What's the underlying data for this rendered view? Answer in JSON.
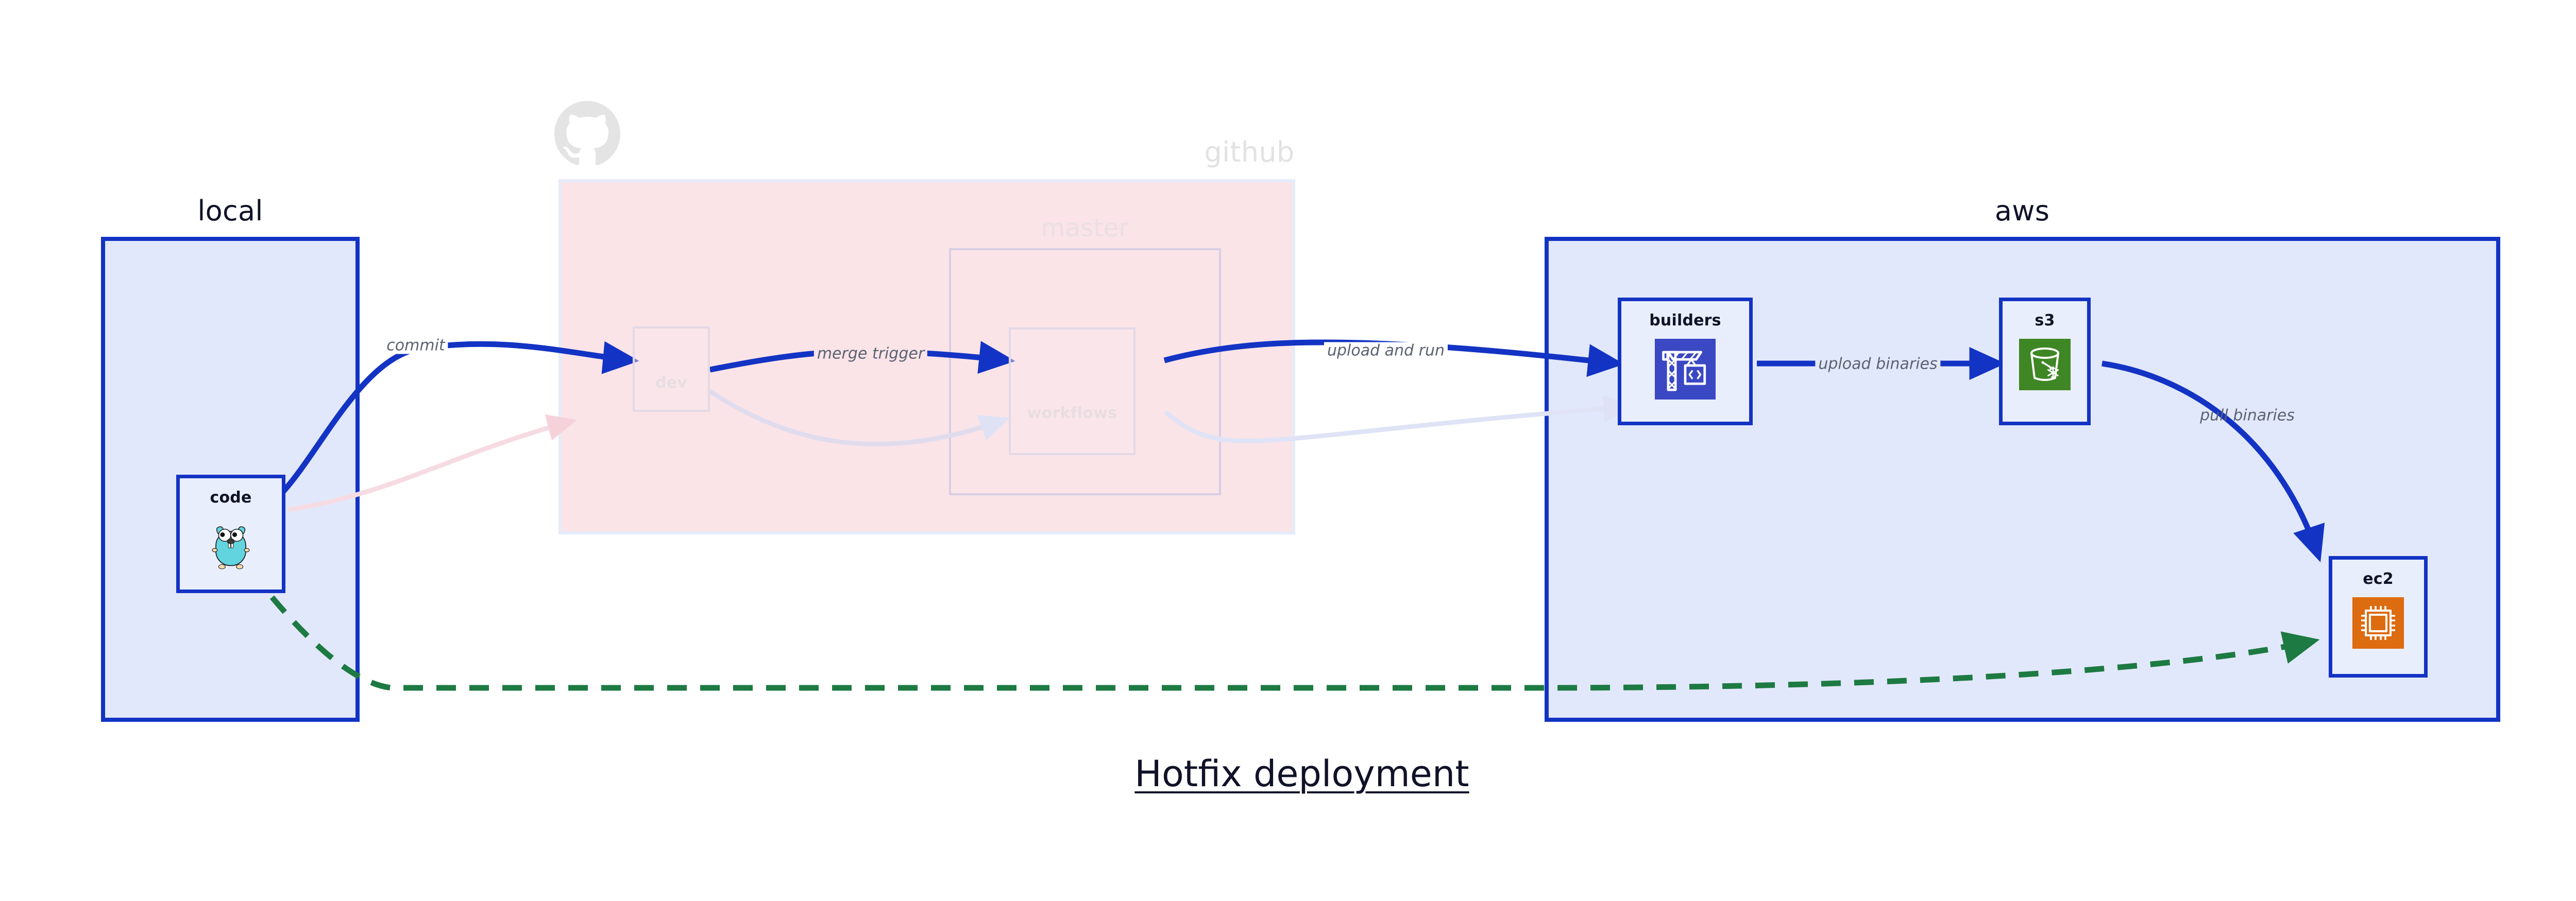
{
  "diagram": {
    "title": "Hotfix deployment",
    "accent_blue": "#1333c4",
    "region_blue_fill": "#e2e8fb",
    "region_pink_fill": "#fae4e8",
    "node_fill": "#e9eefc",
    "green_dash": "#1d7a42",
    "label_gray": "#5b6270"
  },
  "regions": {
    "local": {
      "label": "local"
    },
    "github": {
      "label": "github"
    },
    "master": {
      "label": "master"
    },
    "aws": {
      "label": "aws"
    }
  },
  "nodes": {
    "code": {
      "label": "code",
      "icon": "go-gopher-icon"
    },
    "dev": {
      "label": "dev",
      "icon": "none"
    },
    "workflows": {
      "label": "workflows",
      "icon": "none"
    },
    "builders": {
      "label": "builders",
      "icon": "aws-codebuild-icon",
      "icon_color": "#3b48c4"
    },
    "s3": {
      "label": "s3",
      "icon": "aws-s3-glacier-icon",
      "icon_color": "#3f8624"
    },
    "ec2": {
      "label": "ec2",
      "icon": "aws-ec2-icon",
      "icon_color": "#dd6b10"
    }
  },
  "edges": [
    {
      "id": "commit",
      "label": "commit",
      "from": "code",
      "to": "dev",
      "style": "solid-blue"
    },
    {
      "id": "merge-trigger",
      "label": "merge trigger",
      "from": "dev",
      "to": "workflows",
      "style": "solid-blue"
    },
    {
      "id": "upload-and-run",
      "label": "upload and run",
      "from": "workflows",
      "to": "builders",
      "style": "solid-blue"
    },
    {
      "id": "upload-binaries",
      "label": "upload binaries",
      "from": "builders",
      "to": "s3",
      "style": "solid-blue"
    },
    {
      "id": "pull-binaries",
      "label": "pull binaries",
      "from": "s3",
      "to": "ec2",
      "style": "solid-blue"
    },
    {
      "id": "hotfix-direct",
      "label": "",
      "from": "code",
      "to": "ec2",
      "style": "dashed-green"
    }
  ],
  "icons": {
    "github_logo": "github-octocat-icon"
  }
}
